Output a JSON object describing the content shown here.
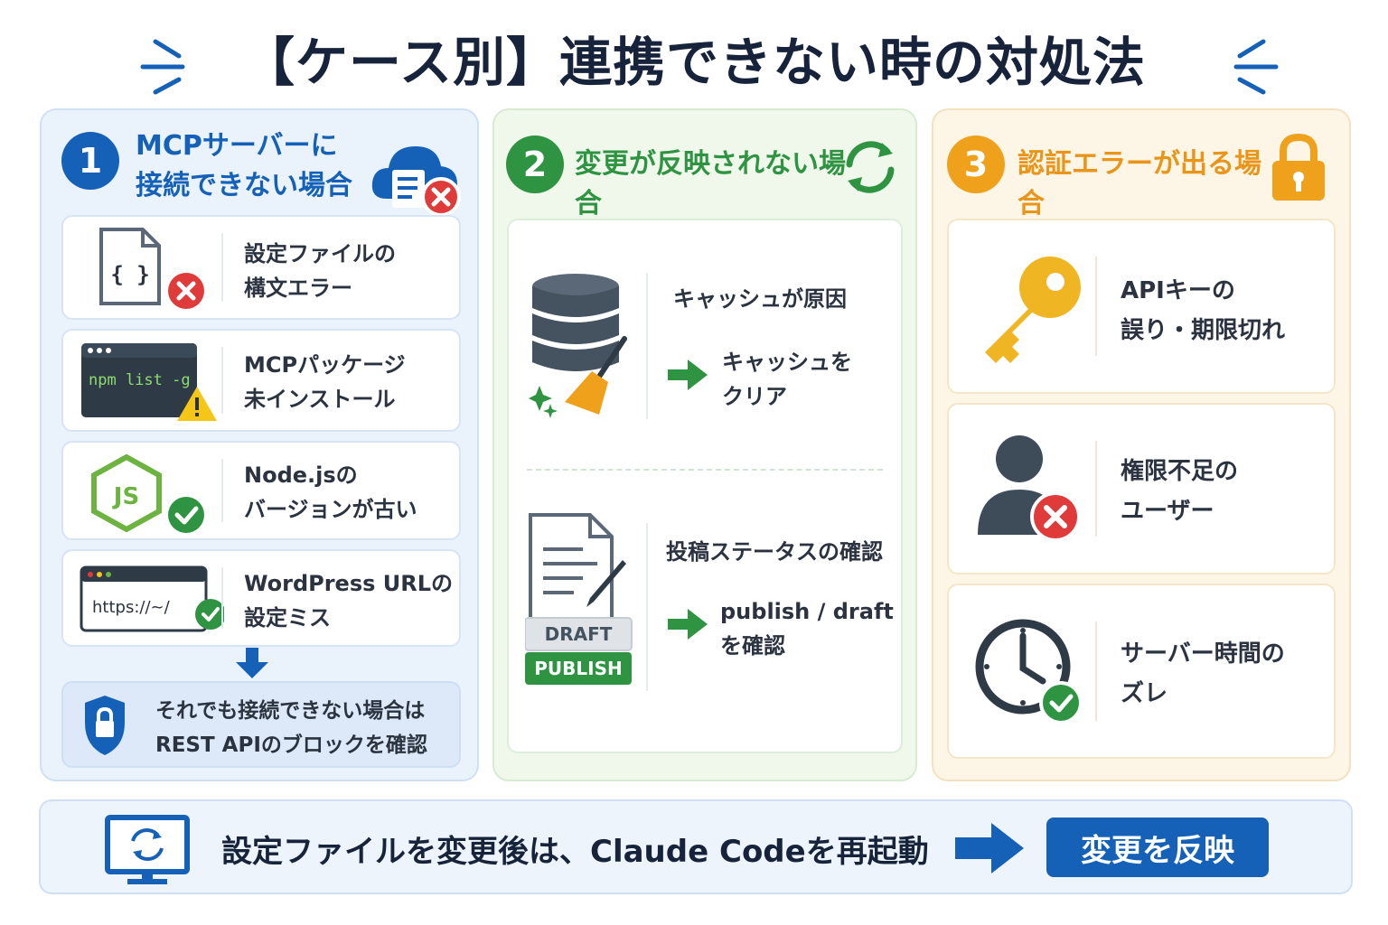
{
  "title": "【ケース別】連携できない時の対処法",
  "colors": {
    "blue": "#1561b8",
    "green": "#2f9442",
    "orange": "#f0a11c",
    "red": "#e03b3b"
  },
  "sections": [
    {
      "number": "1",
      "title_line1": "MCPサーバーに",
      "title_line2": "接続できない場合",
      "icon": "cloud-error-icon",
      "items": [
        {
          "line1": "設定ファイルの",
          "line2": "構文エラー",
          "icon": "config-file-error-icon"
        },
        {
          "line1": "MCPパッケージ",
          "line2": "未インストール",
          "icon": "terminal-warning-icon",
          "code": "npm list -g"
        },
        {
          "line1": "Node.jsの",
          "line2": "バージョンが古い",
          "icon": "nodejs-check-icon",
          "logo": "JS"
        },
        {
          "line1": "WordPress URLの",
          "line2": "設定ミス",
          "icon": "browser-url-check-icon",
          "url": "https://~/"
        }
      ],
      "note_line1": "それでも接続できない場合は",
      "note_line2": "REST APIのブロックを確認",
      "note_icon": "shield-lock-icon"
    },
    {
      "number": "2",
      "title": "変更が反映されない場合",
      "icon": "refresh-icon",
      "items": [
        {
          "cause": "キャッシュが原因",
          "fix_line1": "キャッシュを",
          "fix_line2": "クリア",
          "icon": "database-broom-icon"
        },
        {
          "cause": "投稿ステータスの確認",
          "fix_line1": "publish / draft",
          "fix_line2": "を確認",
          "icon": "document-status-icon",
          "tag1": "DRAFT",
          "tag2": "PUBLISH"
        }
      ]
    },
    {
      "number": "3",
      "title": "認証エラーが出る場合",
      "icon": "lock-icon",
      "items": [
        {
          "line1": "APIキーの",
          "line2": "誤り・期限切れ",
          "icon": "key-icon"
        },
        {
          "line1": "権限不足の",
          "line2": "ユーザー",
          "icon": "user-error-icon"
        },
        {
          "line1": "サーバー時間の",
          "line2": "ズレ",
          "icon": "clock-check-icon"
        }
      ]
    }
  ],
  "footer": {
    "text": "設定ファイルを変更後は、Claude Codeを再起動",
    "button": "変更を反映",
    "icon": "monitor-refresh-icon"
  }
}
